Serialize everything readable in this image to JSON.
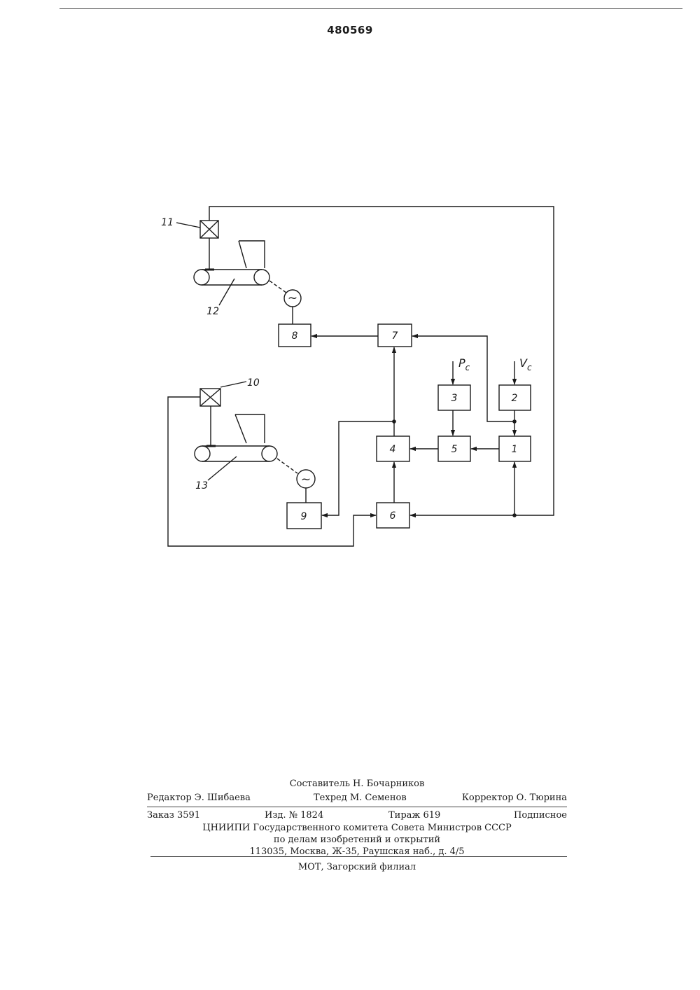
{
  "header": {
    "patent_number": "480569"
  },
  "diagram": {
    "blocks": [
      {
        "id": "b1",
        "label": "1"
      },
      {
        "id": "b2",
        "label": "2"
      },
      {
        "id": "b3",
        "label": "3"
      },
      {
        "id": "b4",
        "label": "4"
      },
      {
        "id": "b5",
        "label": "5"
      },
      {
        "id": "b6",
        "label": "6"
      },
      {
        "id": "b7",
        "label": "7"
      },
      {
        "id": "b8",
        "label": "8"
      },
      {
        "id": "b9",
        "label": "9"
      }
    ],
    "callouts": {
      "n10": "10",
      "n11": "11",
      "n12": "12",
      "n13": "13"
    },
    "inputs": {
      "pc": {
        "letter": "P",
        "sub": "c"
      },
      "vc": {
        "letter": "V",
        "sub": "c"
      }
    },
    "generator_symbol": "~"
  },
  "imprint": {
    "compiler": "Составитель Н. Бочарников",
    "editor": "Редактор Э. Шибаева",
    "techred": "Техред М. Семенов",
    "corrector": "Корректор О. Тюрина",
    "order": "Заказ 3591",
    "issue": "Изд. № 1824",
    "circulation": "Тираж 619",
    "subscription": "Подписное",
    "org_line1": "ЦНИИПИ Государственного комитета Совета Министров СССР",
    "org_line2": "по делам изобретений и открытий",
    "address": "113035, Москва, Ж-35, Раушская наб., д. 4/5",
    "printer": "МОТ, Загорский филиал"
  }
}
